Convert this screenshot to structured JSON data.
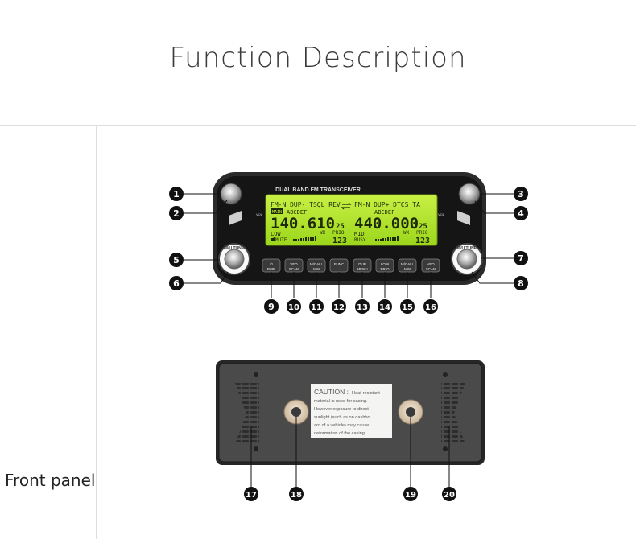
{
  "page": {
    "title": "Function Description"
  },
  "section": {
    "label": "Front panel"
  },
  "radio": {
    "header": "DUAL BAND FM TRANSCEIVER",
    "vol_label": "VOL",
    "knob_label": "M/U TUNE",
    "left": {
      "status": "FM-N DUP- TSQL REV",
      "main_badge": "MAIN",
      "name": "ABCDEF",
      "freq": "140.610",
      "freq_suffix": "25",
      "power": "LOW",
      "extra": "MUTE",
      "wx": "WX",
      "prio": "PRIO",
      "ch": "123"
    },
    "right": {
      "status": "FM-N DUP+ DTCS TA",
      "name": "ABCDEF",
      "freq": "440.000",
      "freq_suffix": "25",
      "power": "MID",
      "extra": "BUSY",
      "wx": "WX",
      "prio": "PRIO",
      "ch": "123"
    },
    "buttons": [
      {
        "top": "⏻",
        "bottom": "PWR"
      },
      {
        "top": "VFO",
        "bottom": "SCAN"
      },
      {
        "top": "M/CALL",
        "bottom": "MW"
      },
      {
        "top": "FUNC",
        "bottom": "→"
      },
      {
        "top": "DUP",
        "bottom": "MENU"
      },
      {
        "top": "LOW",
        "bottom": "PRIO"
      },
      {
        "top": "M/CALL",
        "bottom": "MW"
      },
      {
        "top": "VFO",
        "bottom": "SCAN"
      }
    ]
  },
  "rear": {
    "caution_title": "CAUTION :",
    "caution_lines": [
      "Heat-resistant",
      "material is used for casing.",
      "However,exposure to direct",
      "sunlight (such as on dashbo",
      "ard of a vehicle) may cause",
      "deformation of the casing."
    ]
  },
  "callouts": [
    "1",
    "2",
    "3",
    "4",
    "5",
    "6",
    "7",
    "8",
    "9",
    "10",
    "11",
    "12",
    "13",
    "14",
    "15",
    "16",
    "17",
    "18",
    "19",
    "20"
  ]
}
